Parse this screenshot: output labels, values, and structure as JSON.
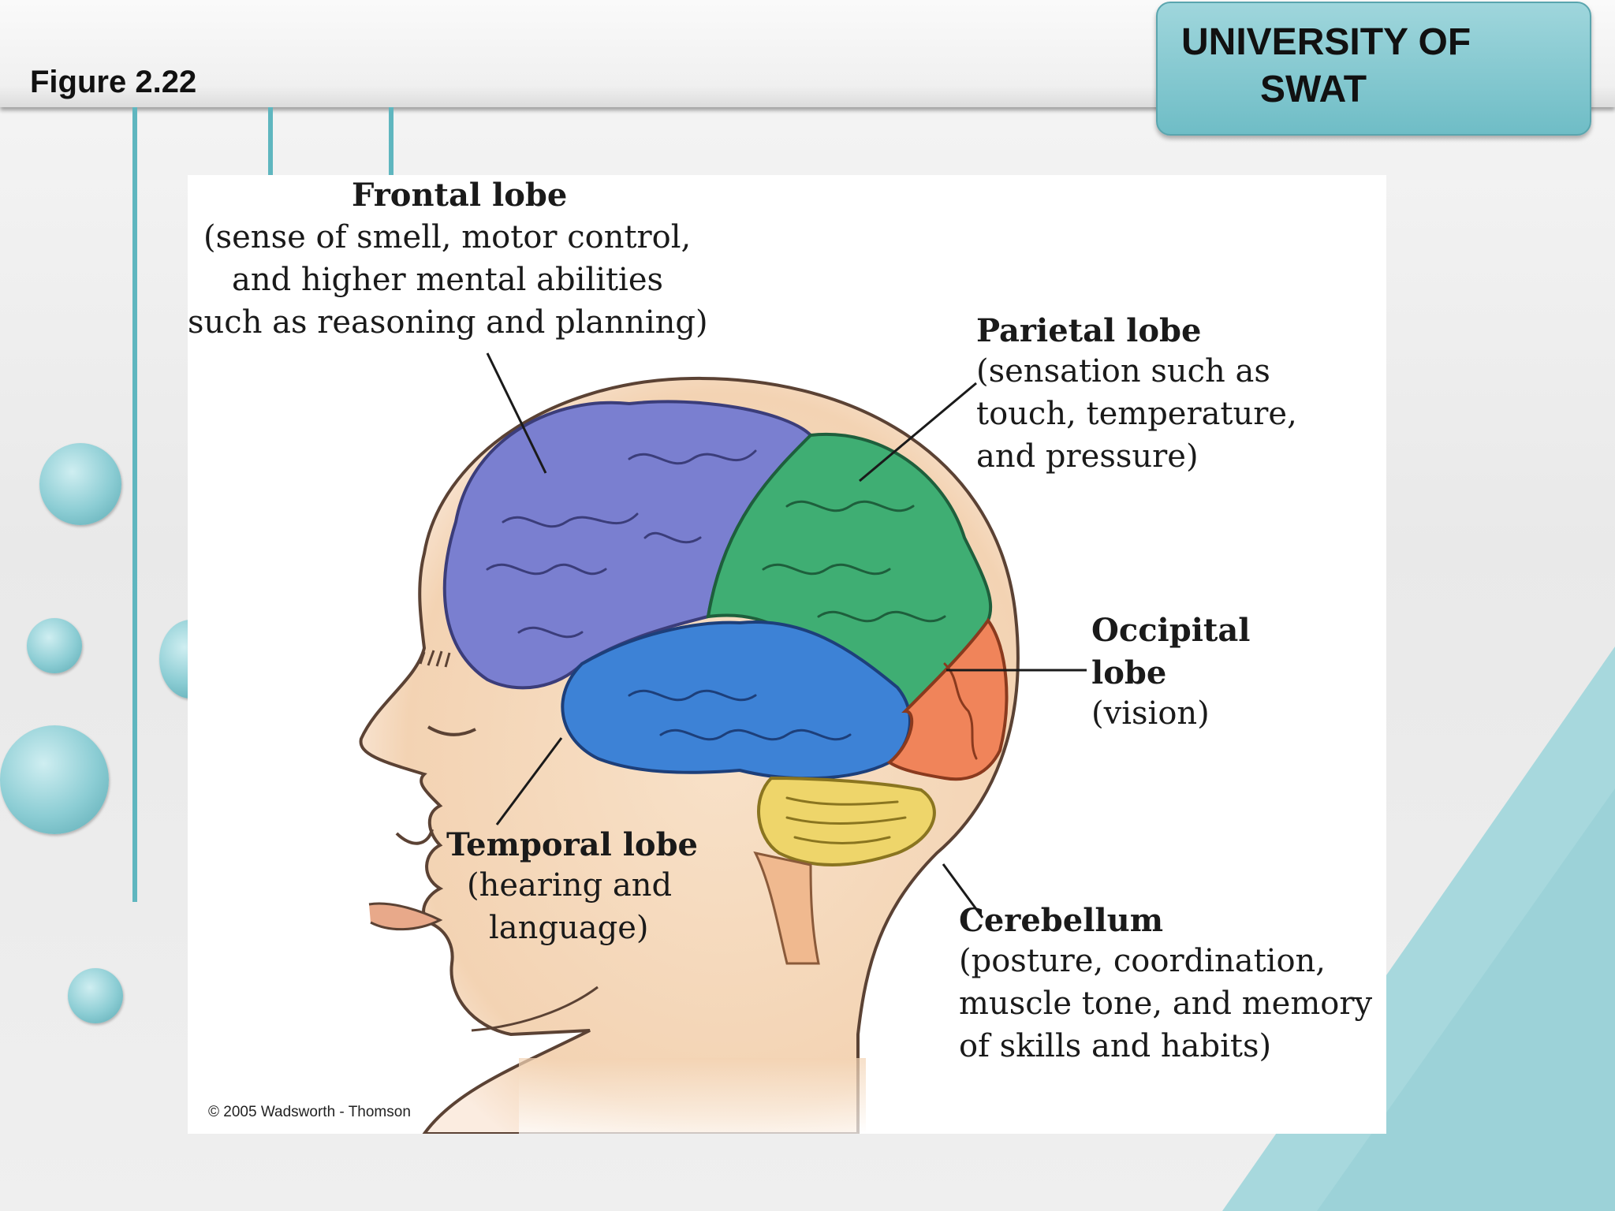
{
  "header": {
    "figure_label": "Figure 2.22",
    "university_line1": "UNIVERSITY OF",
    "university_line2": "SWAT"
  },
  "diagram": {
    "frontal": {
      "title": "Frontal lobe",
      "lines": [
        "(sense of smell, motor control,",
        "and higher mental abilities",
        "such as reasoning and planning)"
      ],
      "color": "#7a7fd0"
    },
    "parietal": {
      "title": "Parietal lobe",
      "lines": [
        "(sensation such as",
        "touch, temperature,",
        "and pressure)"
      ],
      "color": "#3fae73"
    },
    "occipital": {
      "title_line1": "Occipital",
      "title_line2": "lobe",
      "lines": [
        "(vision)"
      ],
      "color": "#f0845a"
    },
    "temporal": {
      "title": "Temporal lobe",
      "lines": [
        "(hearing and",
        "language)"
      ],
      "color": "#3d82d6"
    },
    "cerebellum": {
      "title": "Cerebellum",
      "lines": [
        "(posture, coordination,",
        "muscle tone, and memory",
        "of skills and habits)"
      ],
      "color": "#eed56a"
    },
    "copyright": "© 2005 Wadsworth - Thomson"
  },
  "colors": {
    "accent": "#6fbdc6",
    "skin": "#f6dcc0"
  }
}
